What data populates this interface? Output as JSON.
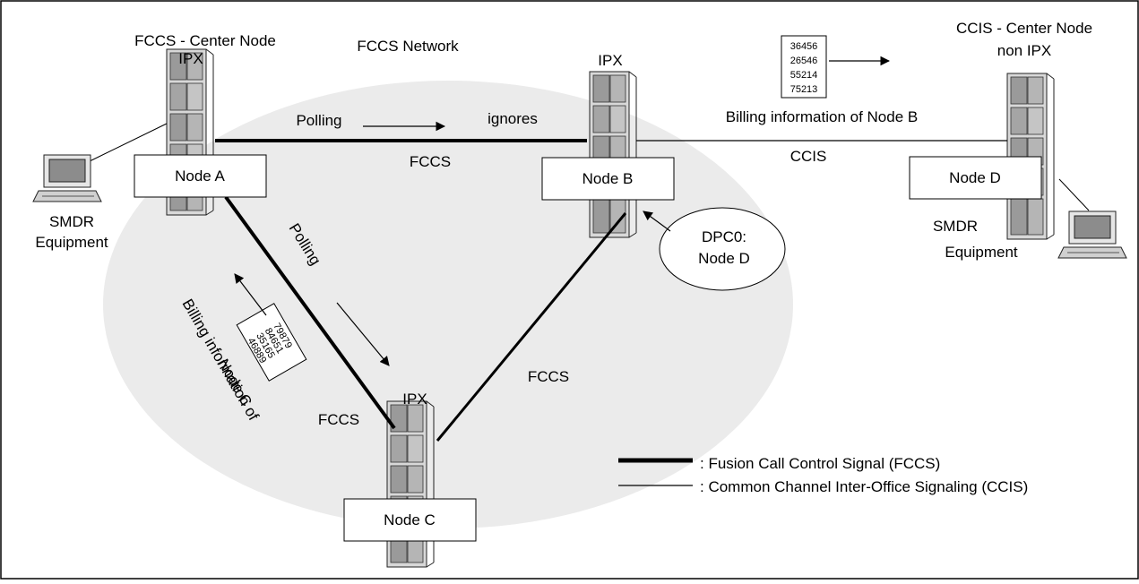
{
  "network": {
    "title": "FCCS Network",
    "center_node_label": "FCCS - Center Node",
    "center_node_type": "IPX",
    "ccis_center_label": "CCIS - Center Node",
    "ccis_center_type": "non IPX"
  },
  "nodes": {
    "a": {
      "label": "Node A"
    },
    "b": {
      "label": "Node B",
      "type": "IPX"
    },
    "c": {
      "label": "Node C",
      "type": "IPX"
    },
    "d": {
      "label": "Node D"
    }
  },
  "links": {
    "ab_label": "FCCS",
    "bc_label": "FCCS",
    "ac_label": "FCCS",
    "bd_label": "CCIS"
  },
  "polling": {
    "ab_label": "Polling",
    "ab_result": "ignores",
    "ac_label": "Polling"
  },
  "billing_b": {
    "label": "Billing information of Node B",
    "numbers": [
      "36456",
      "26546",
      "55214",
      "75213"
    ]
  },
  "billing_c": {
    "label_line1": "Billing information of",
    "label_line2": "Node C",
    "numbers": [
      "79879",
      "84651",
      "35165",
      "46889"
    ]
  },
  "dpc": {
    "line1": "DPC0:",
    "line2": "Node D"
  },
  "smdr_left": {
    "line1": "SMDR",
    "line2": "Equipment"
  },
  "smdr_right": {
    "line1": "SMDR",
    "line2": "Equipment"
  },
  "legend": {
    "fccs": ": Fusion Call Control Signal (FCCS)",
    "ccis": ": Common Channel Inter-Office Signaling (CCIS)"
  },
  "colors": {
    "network_area": "#ebebeb",
    "frame": "#000000"
  }
}
